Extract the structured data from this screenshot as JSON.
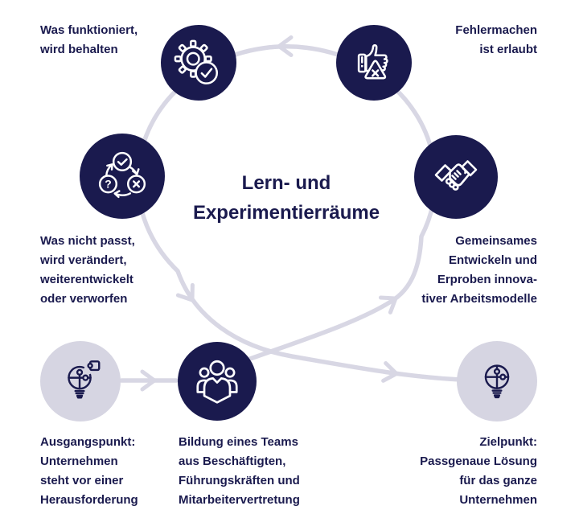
{
  "title": {
    "line1": "Lern- und",
    "line2": "Experimentierräume"
  },
  "colors": {
    "navy": "#1A1A4E",
    "light_circle": "#D6D5E2",
    "arrow_line": "#D8D7E4",
    "background": "#FFFFFF"
  },
  "labels": {
    "top_left": {
      "lines": [
        "Was funktioniert,",
        "wird behalten"
      ]
    },
    "top_right": {
      "lines": [
        "Fehlermachen",
        "ist erlaubt"
      ]
    },
    "mid_left": {
      "lines": [
        "Was nicht passt,",
        "wird verändert,",
        "weiterentwickelt",
        "oder verworfen"
      ]
    },
    "mid_right": {
      "lines": [
        "Gemeinsames",
        "Entwickeln und",
        "Erproben innova-",
        "tiver Arbeitsmodelle"
      ]
    },
    "bottom_left": {
      "lines": [
        "Ausgangspunkt:",
        "Unternehmen",
        "steht vor einer",
        "Herausforderung"
      ]
    },
    "bottom_center": {
      "lines": [
        "Bildung eines Teams",
        "aus Beschäftigten,",
        "Führungskräften und",
        "Mitarbeitervertretung"
      ]
    },
    "bottom_right": {
      "lines": [
        "Zielpunkt:",
        "Passgenaue Lösung",
        "für das ganze",
        "Unternehmen"
      ]
    }
  },
  "nodes": [
    {
      "id": "gear-check",
      "icon": "gear-check-icon",
      "style": "dark"
    },
    {
      "id": "thumbs-warning",
      "icon": "thumbs-up-warning-icon",
      "style": "dark"
    },
    {
      "id": "cycle-evaluate",
      "icon": "cycle-check-question-x-icon",
      "style": "dark"
    },
    {
      "id": "handshake",
      "icon": "handshake-icon",
      "style": "dark"
    },
    {
      "id": "team",
      "icon": "team-people-icon",
      "style": "dark"
    },
    {
      "id": "start-idea",
      "icon": "puzzle-bulb-incomplete-icon",
      "style": "light"
    },
    {
      "id": "goal-idea",
      "icon": "puzzle-bulb-complete-icon",
      "style": "light"
    }
  ],
  "cycle_glyphs": {
    "question": "?"
  }
}
